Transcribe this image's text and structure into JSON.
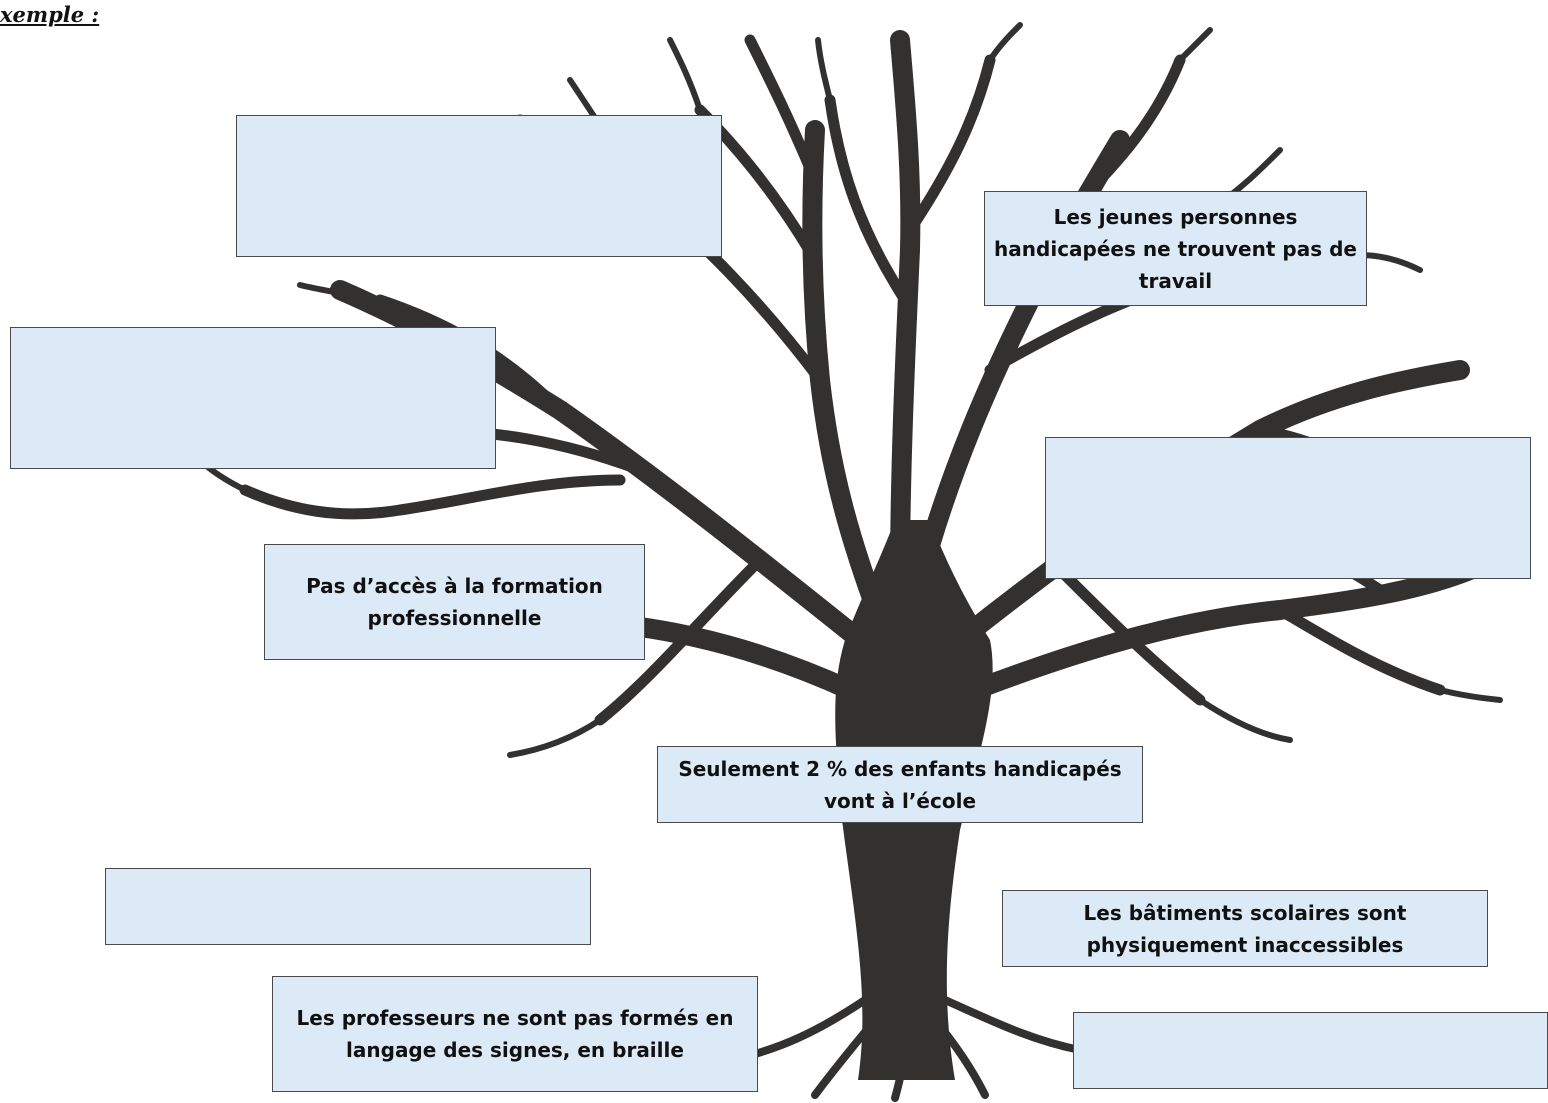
{
  "heading": "xemple :",
  "colors": {
    "box_fill": "#dbeaf6",
    "tree": "#333030"
  },
  "boxes": {
    "top_left_blank": "",
    "jeunes_travail": "Les jeunes personnes handicapées ne trouvent pas de travail",
    "left_blank": "",
    "right_blank": "",
    "formation": "Pas d’accès à la formation professionnelle",
    "ecole": "Seulement 2 % des enfants handicapés vont à l’école",
    "bottom_left_blank": "",
    "batiments": "Les bâtiments scolaires sont physiquement inaccessibles",
    "professeurs": "Les professeurs ne sont pas formés en langage des signes, en braille",
    "bottom_right_blank": ""
  }
}
